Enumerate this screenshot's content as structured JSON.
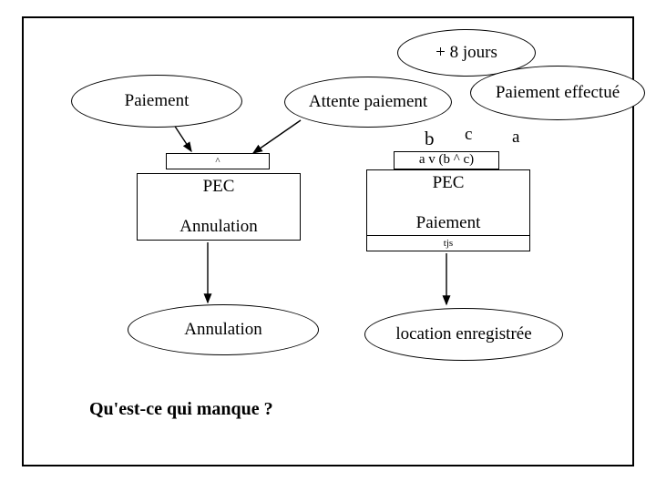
{
  "diagram": {
    "title_question": "Qu'est-ce qui manque ?",
    "nodes": {
      "plus8": "+ 8 jours",
      "paiement": "Paiement",
      "attente": "Attente paiement",
      "effectue": "Paiement effectué",
      "pec_annulation_line1": "PEC",
      "pec_annulation_line2": "Annulation",
      "pec_paiement_line1": "PEC",
      "pec_paiement_line2": "Paiement",
      "annulation": "Annulation",
      "location": "location enregistrée"
    },
    "guards": {
      "caret_left": "^",
      "a_v_b_c": "a v (b ^ c)",
      "tjs": "tjs",
      "b": "b",
      "c": "c",
      "a": "a"
    },
    "colors": {
      "stroke": "#000000",
      "background": "#ffffff"
    }
  }
}
